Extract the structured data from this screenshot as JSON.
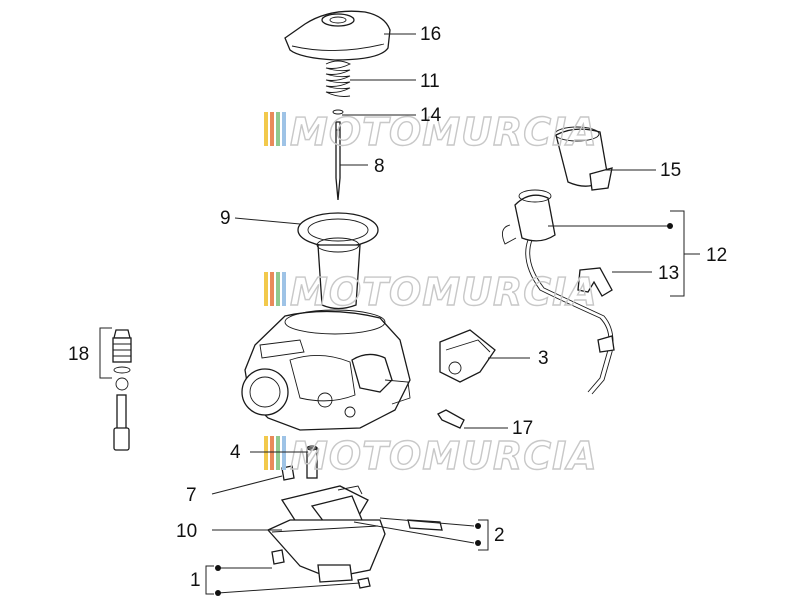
{
  "watermark": {
    "text": "MOTOMURCIA",
    "stripe_colors": [
      "#f2c94c",
      "#e98a5a",
      "#8fc98f",
      "#9ec3e6"
    ]
  },
  "callouts": {
    "c16": "16",
    "c11": "11",
    "c14": "14",
    "c8": "8",
    "c15": "15",
    "c9": "9",
    "c12": "12",
    "c13": "13",
    "c18": "18",
    "c3": "3",
    "c17": "17",
    "c4": "4",
    "c7": "7",
    "c10": "10",
    "c2": "2",
    "c1": "1"
  },
  "colors": {
    "ink": "#1a1a1a",
    "watermark": "#c8c8c8"
  }
}
